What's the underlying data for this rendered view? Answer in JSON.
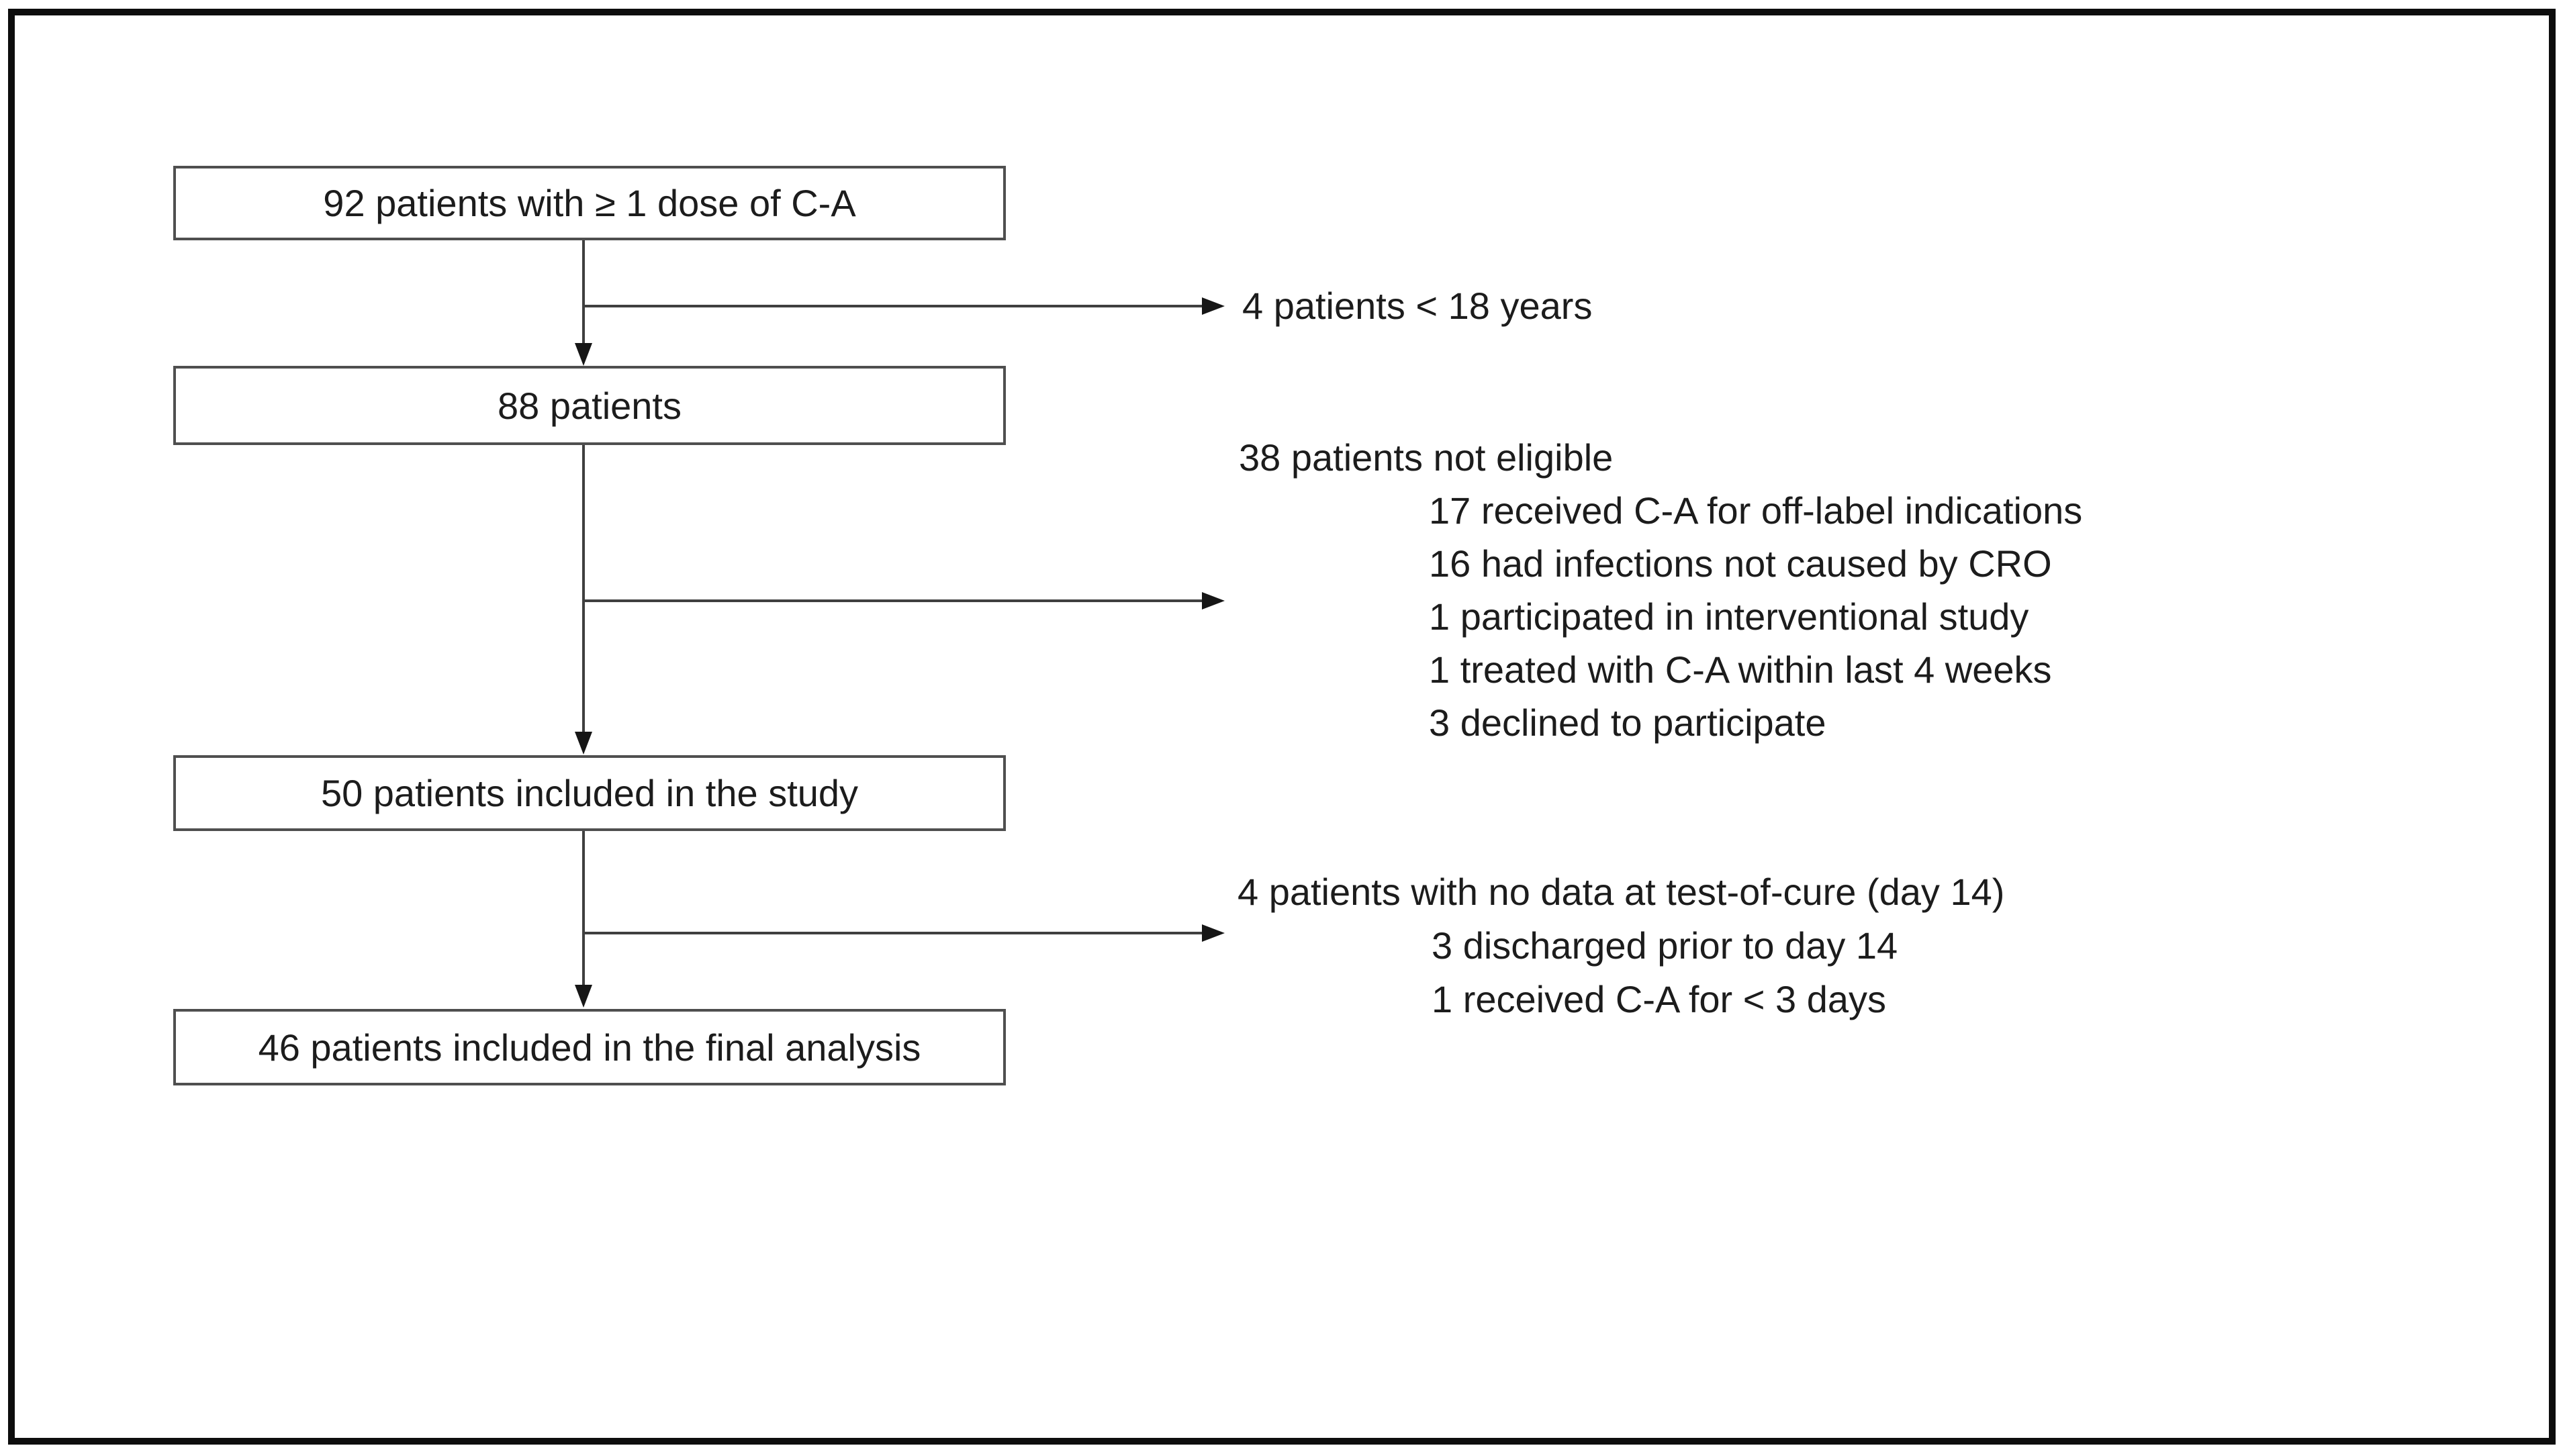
{
  "diagram": {
    "type": "patient-flow",
    "boxes": [
      {
        "label": "92 patients with ≥ 1 dose of C-A"
      },
      {
        "label": "88 patients"
      },
      {
        "label": "50 patients included in the study"
      },
      {
        "label": "46 patients included in the final analysis"
      }
    ],
    "branches": [
      {
        "label": "4 patients < 18 years",
        "details": []
      },
      {
        "label": "38 patients not eligible",
        "details": [
          "17 received C-A for off-label indications",
          "16 had infections not caused by CRO",
          "1 participated in interventional study",
          "1 treated with C-A within last 4 weeks",
          "3 declined to participate"
        ]
      },
      {
        "label": "4 patients with no data at test-of-cure (day 14)",
        "details": [
          "3 discharged prior to day 14",
          "1 received C-A for < 3 days"
        ]
      }
    ],
    "colors": {
      "text": "#1c1c1c",
      "box_border": "#4f4f4f",
      "connector": "#3f3f3f",
      "frame": "#0d0d0d",
      "background": "#ffffff"
    }
  }
}
